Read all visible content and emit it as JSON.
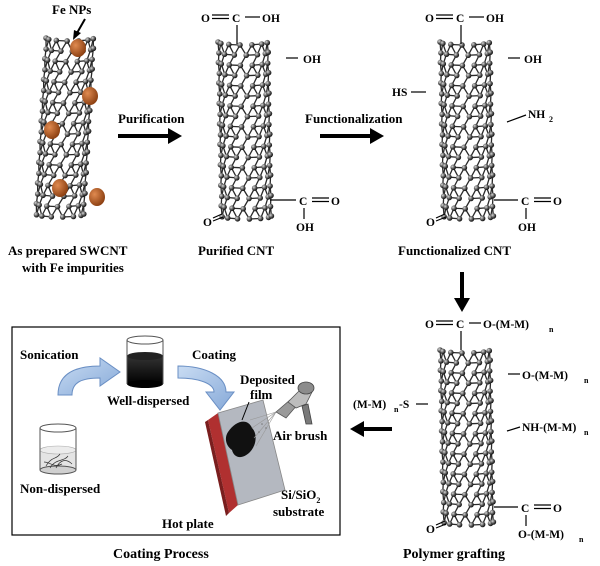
{
  "stages": {
    "s1": {
      "caption_line1": "As prepared SWCNT",
      "caption_line2": "with Fe impurities",
      "callout": "Fe NPs"
    },
    "s2": {
      "caption": "Purified CNT"
    },
    "s3": {
      "caption": "Functionalized CNT"
    },
    "s4": {
      "caption": "Polymer grafting"
    }
  },
  "arrows": {
    "purification": "Purification",
    "functionalization": "Functionalization"
  },
  "groups": {
    "purified": {
      "top_o": "O",
      "top_c": "C",
      "top_oh": "OH",
      "side_oh": "OH",
      "bottom_c": "C",
      "bottom_o": "O",
      "bottom_oh": "OH",
      "bottom_left_o": "O"
    },
    "functionalized": {
      "top_o": "O",
      "top_c": "C",
      "top_oh": "OH",
      "side_oh": "OH",
      "sh": "HS",
      "nh2": "NH",
      "nh2_sub": "2",
      "bottom_c": "C",
      "bottom_o": "O",
      "bottom_oh": "OH",
      "bottom_left_o": "O"
    },
    "grafted": {
      "top_o": "O",
      "top_c": "C",
      "top_chain": "O-(M-M)",
      "top_sub": "n",
      "side_chain": "O-(M-M)",
      "side_sub": "n",
      "s_chain_a": "(M-M)",
      "s_chain_sub": "n",
      "s_chain_b": " -S",
      "nh_chain": "NH-(M-M)",
      "nh_sub": "n",
      "bottom_c": "C",
      "bottom_o": "O",
      "bottom_chain": "O-(M-M)",
      "bottom_sub": "n",
      "bottom_left_o": "O"
    }
  },
  "coating": {
    "title": "Coating Process",
    "sonication": "Sonication",
    "coating": "Coating",
    "well_dispersed": "Well-dispersed",
    "non_dispersed": "Non-dispersed",
    "deposited_line1": "Deposited",
    "deposited_line2": "film",
    "air_brush": "Air brush",
    "substrate_line1": "Si/SiO",
    "substrate_sub": "2",
    "substrate_line2": "substrate",
    "hot_plate": "Hot plate"
  },
  "colors": {
    "fe_np": "#a0522d",
    "hot_plate": "#b03030",
    "substrate": "#b4b8c0",
    "arrow_blue": "#a9c3e6"
  }
}
